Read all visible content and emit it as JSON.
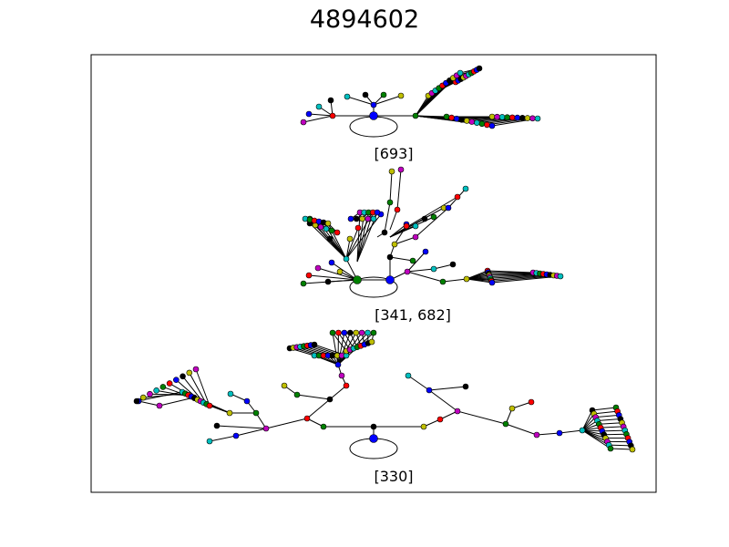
{
  "figure": {
    "title": "4894602"
  },
  "groups": [
    {
      "label": "[693]"
    },
    {
      "label": "[341, 682]"
    },
    {
      "label": "[330]"
    }
  ],
  "palette": {
    "edge": "#000000",
    "node_colors": [
      "#0000ff",
      "#ff0000",
      "#008000",
      "#00bfbf",
      "#bf00bf",
      "#bfbf00",
      "#000000"
    ],
    "frame": "#000000",
    "background": "#ffffff"
  }
}
